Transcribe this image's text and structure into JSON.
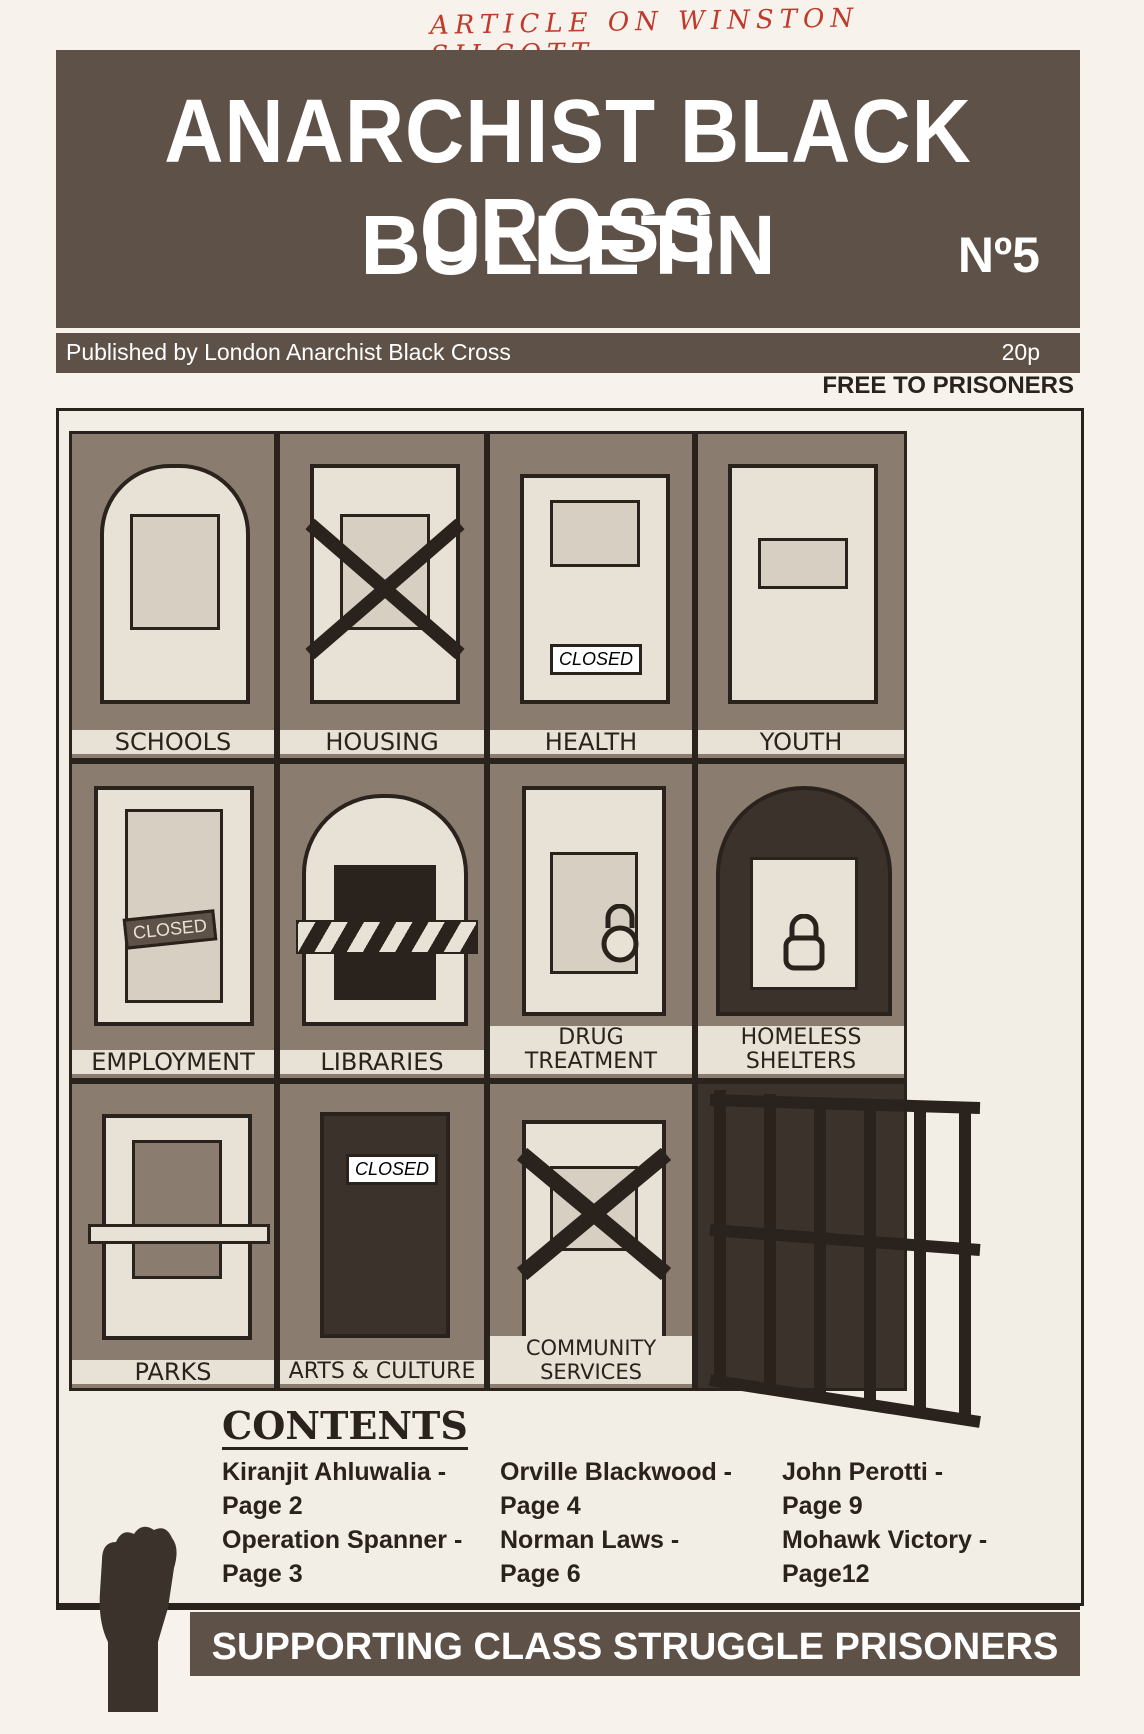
{
  "handwritten_note": "ARTICLE ON WINSTON SILCOTT",
  "masthead": {
    "title_line1": "ANARCHIST BLACK CROSS",
    "title_line2": "BULLETIN",
    "issue": "Nº5"
  },
  "publisher_bar": {
    "published_by": "Published by London Anarchist Black Cross",
    "price": "20p",
    "free_note": "FREE TO PRISONERS"
  },
  "illustration": {
    "panels": [
      {
        "label": "SCHOOLS"
      },
      {
        "label": "HOUSING"
      },
      {
        "label": "HEALTH",
        "sign": "CLOSED"
      },
      {
        "label": "YOUTH"
      },
      {
        "label": "EMPLOYMENT",
        "sign": "CLOSED"
      },
      {
        "label": "LIBRARIES"
      },
      {
        "label": "DRUG TREATMENT"
      },
      {
        "label": "HOMELESS SHELTERS"
      },
      {
        "label": "PARKS"
      },
      {
        "label": "ARTS & CULTURE",
        "sign": "CLOSED"
      },
      {
        "label": "COMMUNITY SERVICES"
      }
    ]
  },
  "contents": {
    "heading": "CONTENTS",
    "columns": [
      [
        "Kiranjit Ahluwalia -",
        "Page 2",
        "Operation Spanner -",
        "Page 3"
      ],
      [
        "Orville Blackwood -",
        "Page 4",
        "Norman Laws -",
        "Page 6"
      ],
      [
        "John Perotti -",
        "Page 9",
        "Mohawk Victory -",
        "Page12"
      ]
    ]
  },
  "footer": {
    "banner": "SUPPORTING CLASS STRUGGLE PRISONERS"
  }
}
